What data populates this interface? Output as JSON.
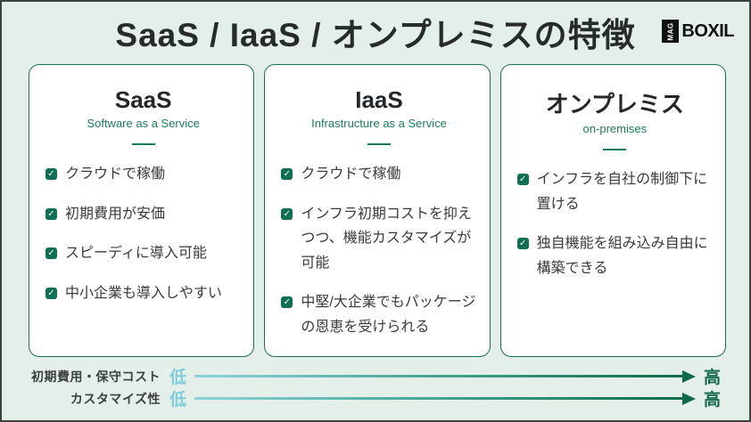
{
  "page": {
    "title": "SaaS / IaaS / オンプレミスの特徴"
  },
  "logo": {
    "badge": "MAG",
    "text": "BOXIL"
  },
  "colors": {
    "background": "#e4efe9",
    "card_border_green": "#1c6e55",
    "subtitle_green": "#1e7a5e",
    "checkbox_green": "#0f6e54",
    "arrow_gradient_start": "#8ed2dc",
    "arrow_gradient_end": "#0d6b4a",
    "low_blue": "#7fccdd",
    "high_green": "#136a4e",
    "title_text": "#272b2a"
  },
  "cards": [
    {
      "name": "SaaS",
      "subtitle": "Software as a Service",
      "items": [
        "クラウドで稼働",
        "初期費用が安価",
        "スピーディに導入可能",
        "中小企業も導入しやすい"
      ]
    },
    {
      "name": "IaaS",
      "subtitle": "Infrastructure as a Service",
      "items": [
        "クラウドで稼働",
        "インフラ初期コストを抑えつつ、機能カスタマイズが可能",
        "中堅/大企業でもパッケージの恩恵を受けられる"
      ]
    },
    {
      "name": "オンプレミス",
      "subtitle": "on-premises",
      "items": [
        "インフラを自社の制御下に置ける",
        "独自機能を組み込み自由に構築できる"
      ]
    }
  ],
  "checkmark": "✓",
  "scales": [
    {
      "label": "初期費用・保守コスト",
      "low": "低",
      "high": "高"
    },
    {
      "label": "カスタマイズ性",
      "low": "低",
      "high": "高"
    }
  ]
}
